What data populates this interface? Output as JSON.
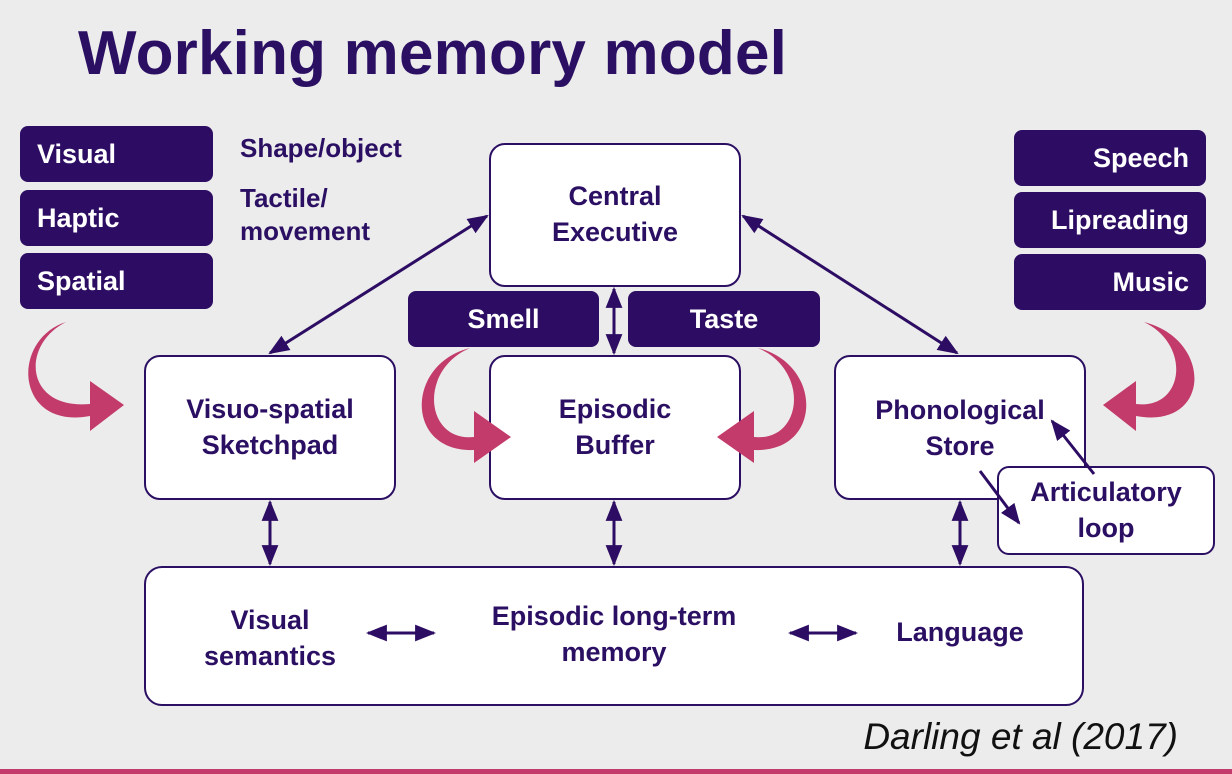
{
  "title": "Working memory model",
  "citation": "Darling et al (2017)",
  "colors": {
    "dark_purple": "#2d0d63",
    "title_purple": "#2b0f63",
    "arrow_magenta": "#c23b6a",
    "background": "#ececec"
  },
  "left_tags": [
    "Visual",
    "Haptic",
    "Spatial"
  ],
  "left_descriptions": {
    "line1": "Shape/object",
    "line2a": "Tactile/",
    "line2b": "movement"
  },
  "right_tags": [
    "Speech",
    "Lipreading",
    "Music"
  ],
  "center_tags": {
    "smell": "Smell",
    "taste": "Taste"
  },
  "central_executive": {
    "line1": "Central",
    "line2": "Executive"
  },
  "visuospatial": {
    "line1": "Visuo-spatial",
    "line2": "Sketchpad"
  },
  "episodic_buffer": {
    "line1": "Episodic",
    "line2": "Buffer"
  },
  "phonological_store": {
    "line1": "Phonological",
    "line2": "Store"
  },
  "articulatory_loop": {
    "line1": "Articulatory",
    "line2": "loop"
  },
  "long_term_memory": {
    "visual_semantics_line1": "Visual",
    "visual_semantics_line2": "semantics",
    "episodic_ltm_line1": "Episodic long-term",
    "episodic_ltm_line2": "memory",
    "language": "Language"
  }
}
